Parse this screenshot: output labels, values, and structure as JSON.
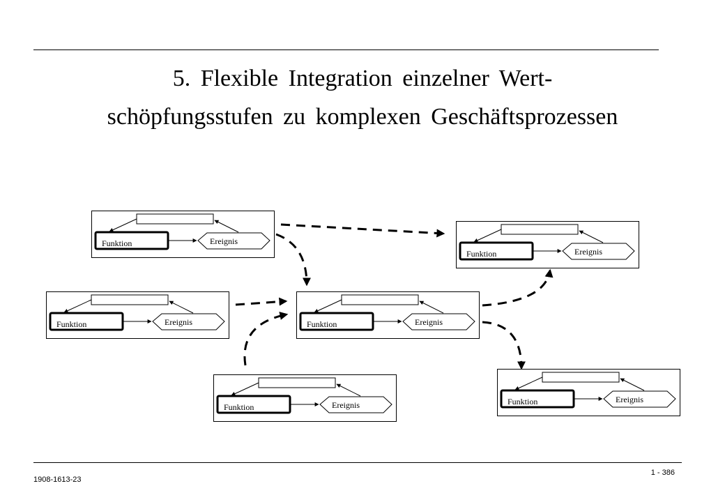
{
  "slide": {
    "title_line1": "5. Flexible Integration einzelner Wert-",
    "title_line2": "schöpfungsstufen zu komplexen Geschäftsprozessen",
    "footer_id": "1908-1613-23",
    "page_number": "1 - 386"
  },
  "diagram": {
    "process_blocks": [
      {
        "id": "top-left",
        "function_label": "Funktion",
        "event_label": "Ereignis"
      },
      {
        "id": "top-right",
        "function_label": "Funktion",
        "event_label": "Ereignis"
      },
      {
        "id": "middle-left",
        "function_label": "Funktion",
        "event_label": "Ereignis"
      },
      {
        "id": "center",
        "function_label": "Funktion",
        "event_label": "Ereignis"
      },
      {
        "id": "bottom-center",
        "function_label": "Funktion",
        "event_label": "Ereignis"
      },
      {
        "id": "bottom-right",
        "function_label": "Funktion",
        "event_label": "Ereignis"
      }
    ],
    "connections": [
      {
        "from": "top-left",
        "to": "top-right"
      },
      {
        "from": "top-left",
        "to": "center"
      },
      {
        "from": "middle-left",
        "to": "center"
      },
      {
        "from": "bottom-center",
        "to": "center"
      },
      {
        "from": "center",
        "to": "top-right"
      },
      {
        "from": "center",
        "to": "bottom-right"
      }
    ]
  }
}
